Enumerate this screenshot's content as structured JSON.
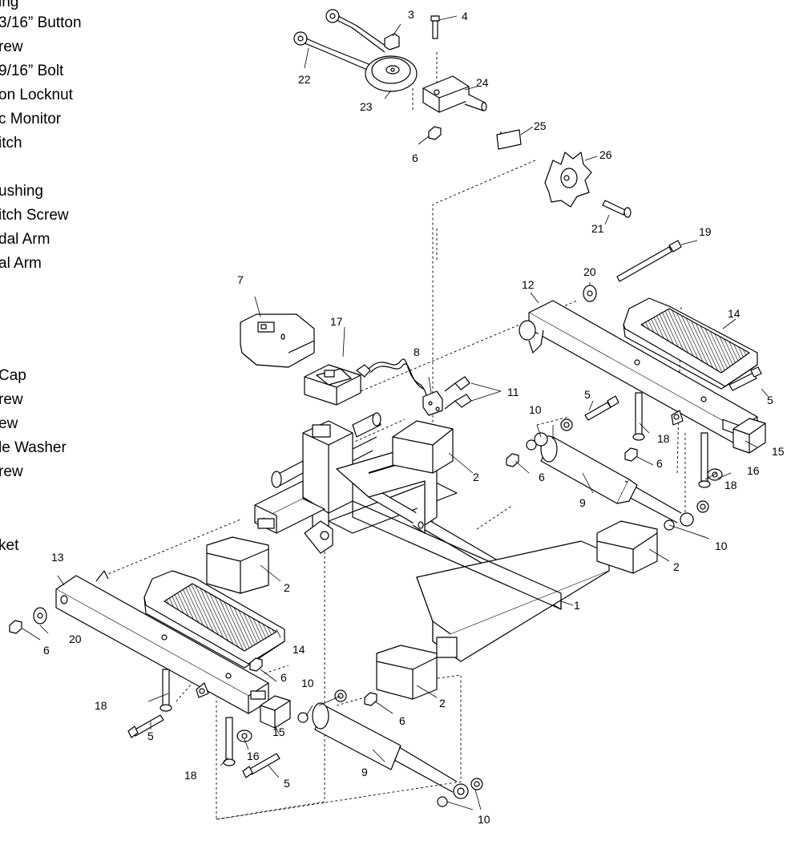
{
  "parts_list": [
    "ing",
    "3/16” Button",
    "rew",
    "9/16” Bolt",
    "on Locknut",
    "c Monitor",
    "itch",
    "ushing",
    "itch Screw",
    "dal Arm",
    "al Arm",
    "Cap",
    "rew",
    "ew",
    "le Washer",
    "rew",
    "ket"
  ],
  "callouts": {
    "c1": "1",
    "c2a": "2",
    "c2b": "2",
    "c2c": "2",
    "c2d": "2",
    "c3": "3",
    "c4": "4",
    "c5a": "5",
    "c5b": "5",
    "c5c": "5",
    "c5d": "5",
    "c6a": "6",
    "c6b": "6",
    "c6c": "6",
    "c6d": "6",
    "c6e": "6",
    "c6f": "6",
    "c7": "7",
    "c8": "8",
    "c9a": "9",
    "c9b": "9",
    "c10a": "10",
    "c10b": "10",
    "c10c": "10",
    "c10d": "10",
    "c11": "11",
    "c12": "12",
    "c13": "13",
    "c14a": "14",
    "c14b": "14",
    "c15a": "15",
    "c15b": "15",
    "c16a": "16",
    "c16b": "16",
    "c17": "17",
    "c18a": "18",
    "c18b": "18",
    "c18c": "18",
    "c18d": "18",
    "c19": "19",
    "c20a": "20",
    "c20b": "20",
    "c21": "21",
    "c22": "22",
    "c23": "23",
    "c24": "24",
    "c25": "25",
    "c26": "26"
  }
}
